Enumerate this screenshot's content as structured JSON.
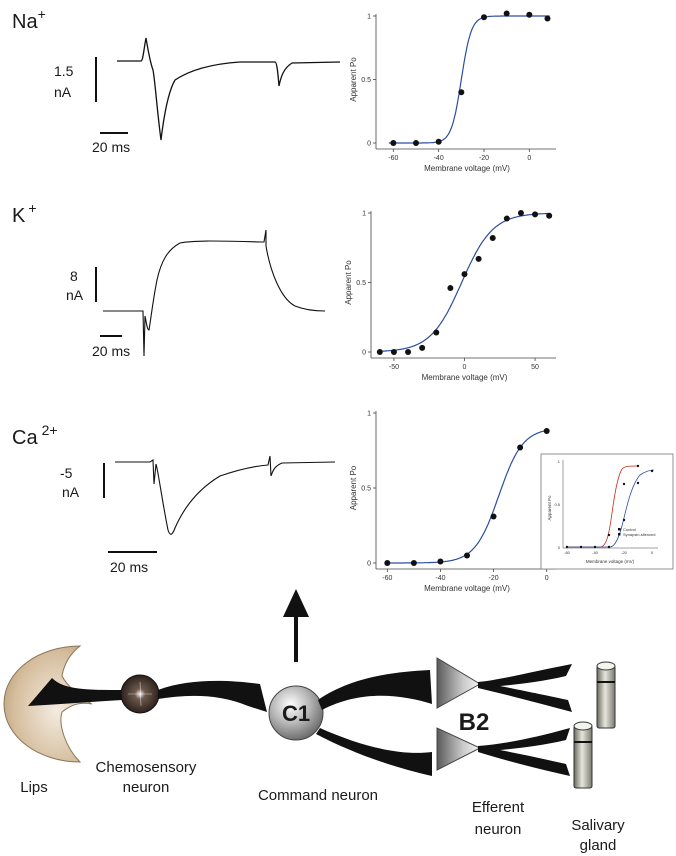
{
  "panels": [
    {
      "ion_base": "Na",
      "ion_sup": "+",
      "current_scale": [
        "1.5",
        "nA"
      ],
      "time_scale": "20 ms",
      "chart_data": {
        "type": "scatter",
        "xlabel": "Membrane voltage (mV)",
        "ylabel": "Apparent Po",
        "xlim": [
          -65,
          10
        ],
        "ylim": [
          0,
          1
        ],
        "xticks": [
          -60,
          -40,
          -20,
          0
        ],
        "yticks": [
          "0",
          "0.5",
          "1"
        ],
        "fit": {
          "v_half": -30,
          "k": 2.2
        },
        "points": [
          [
            -60,
            0
          ],
          [
            -50,
            0
          ],
          [
            -40,
            0.01
          ],
          [
            -30,
            0.4
          ],
          [
            -20,
            0.99
          ],
          [
            -10,
            1.02
          ],
          [
            0,
            1.01
          ],
          [
            8,
            0.98
          ]
        ]
      }
    },
    {
      "ion_base": "K",
      "ion_sup": "+",
      "current_scale": [
        "8",
        "nA"
      ],
      "time_scale": "20 ms",
      "chart_data": {
        "type": "scatter",
        "xlabel": "Membrane voltage (mV)",
        "ylabel": "Apparent Po",
        "xlim": [
          -62,
          62
        ],
        "ylim": [
          0,
          1
        ],
        "xticks": [
          -50,
          0,
          50
        ],
        "yticks": [
          "0",
          "0.5",
          "1"
        ],
        "fit": {
          "v_half": -2,
          "k": 11
        },
        "points": [
          [
            -60,
            0
          ],
          [
            -50,
            0
          ],
          [
            -40,
            0
          ],
          [
            -30,
            0.03
          ],
          [
            -20,
            0.14
          ],
          [
            -10,
            0.46
          ],
          [
            0,
            0.56
          ],
          [
            10,
            0.67
          ],
          [
            20,
            0.82
          ],
          [
            30,
            0.96
          ],
          [
            40,
            1
          ],
          [
            50,
            0.99
          ],
          [
            60,
            0.98
          ]
        ]
      }
    },
    {
      "ion_base": "Ca",
      "ion_sup": "2+",
      "current_scale": [
        "-5",
        "nA"
      ],
      "time_scale": "20 ms",
      "chart_data": {
        "type": "scatter",
        "xlabel": "Membrane voltage (mV)",
        "ylabel": "Apparent Po",
        "xlim": [
          -62,
          2
        ],
        "ylim": [
          0,
          1
        ],
        "xticks": [
          -60,
          -40,
          -20,
          0
        ],
        "yticks": [
          "0",
          "0.5",
          "1"
        ],
        "fit": {
          "v_half": -18,
          "k": 4.5,
          "max": 0.9
        },
        "points": [
          [
            -60,
            0
          ],
          [
            -50,
            0
          ],
          [
            -40,
            0.01
          ],
          [
            -30,
            0.05
          ],
          [
            -20,
            0.31
          ],
          [
            -10,
            0.77
          ],
          [
            0,
            0.88
          ]
        ]
      }
    }
  ],
  "inset": {
    "ylabel": "Apparent Po",
    "xlabel": "Membrane voltage (mV)",
    "xticks": [
      "-60",
      "-40",
      "-20",
      "0"
    ],
    "yticks": [
      "0",
      "0.5",
      "1"
    ],
    "legend": [
      "Control",
      "Synapsin-silenced"
    ]
  },
  "diagram": {
    "command_neuron_id": "C1",
    "efferent_neuron_id": "B2",
    "labels": {
      "lips": "Lips",
      "chemosensory_1": "Chemosensory",
      "chemosensory_2": "neuron",
      "command": "Command neuron",
      "efferent_1": "Efferent",
      "efferent_2": "neuron",
      "salivary_1": "Salivary",
      "salivary_2": "gland"
    }
  },
  "colors": {
    "fit": "#2b4ea3",
    "inset_red": "#cc2a1a",
    "ink": "#111111"
  }
}
